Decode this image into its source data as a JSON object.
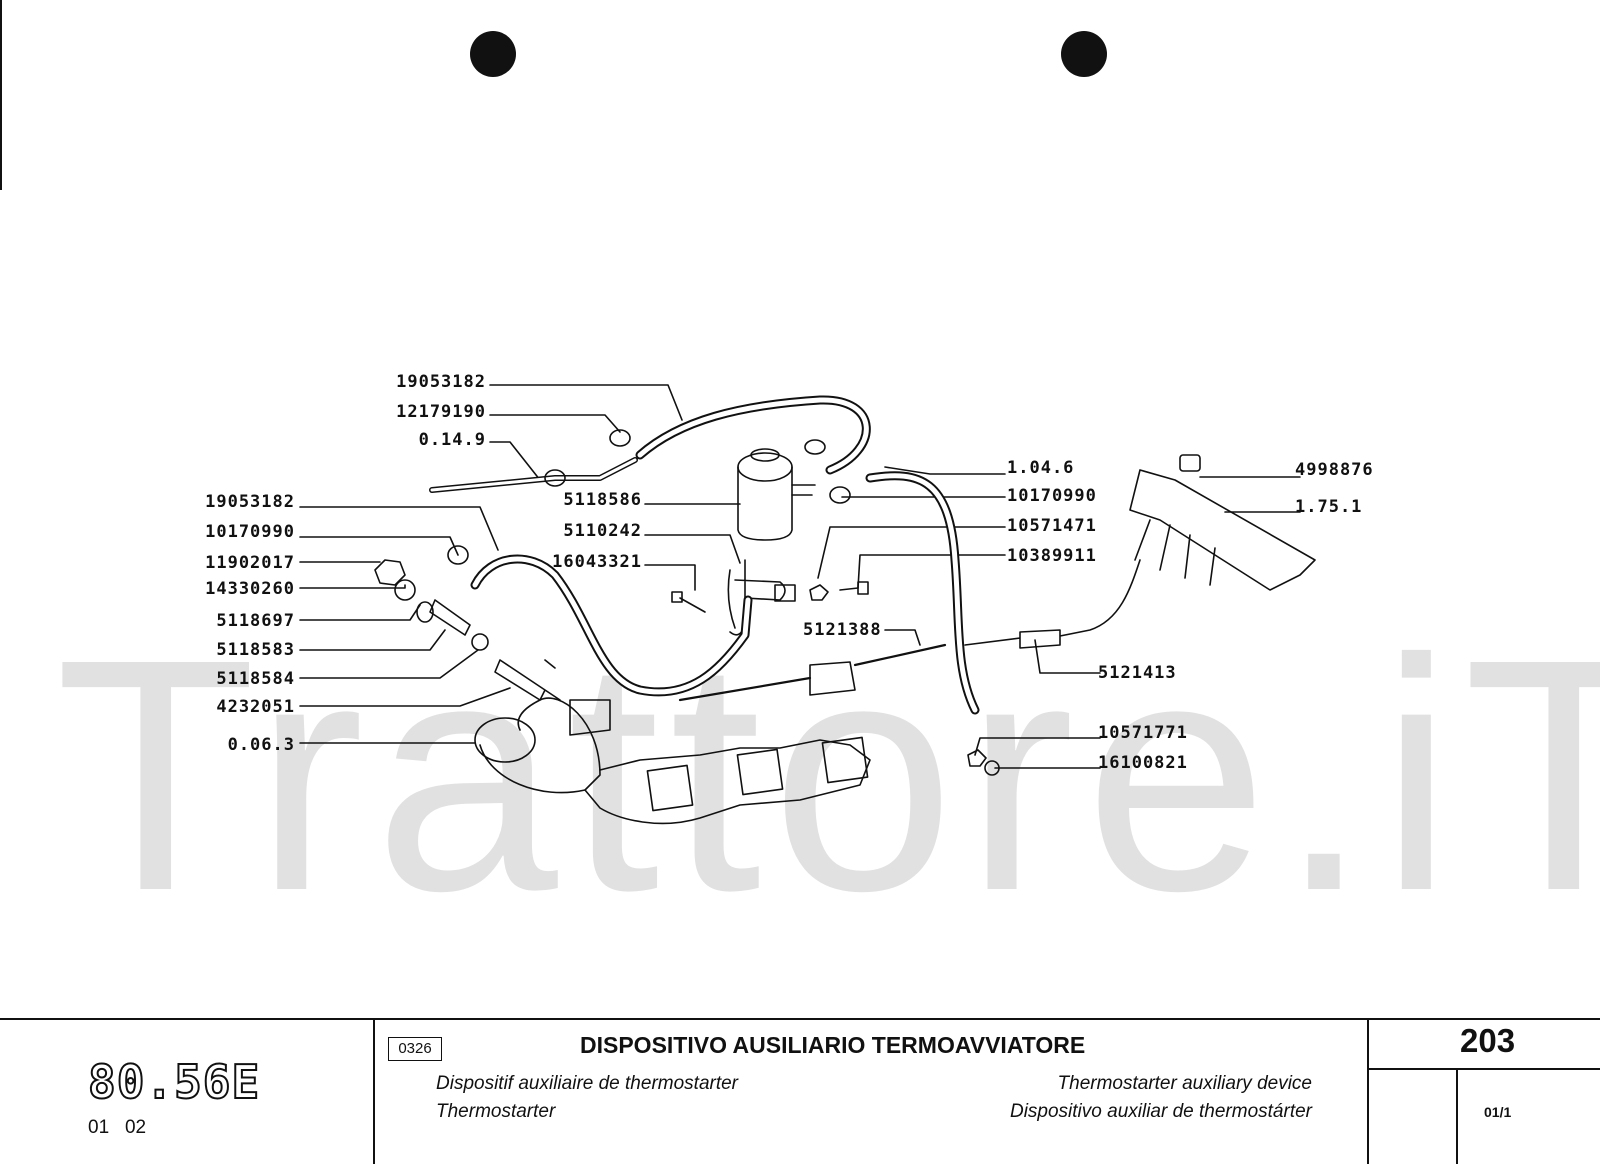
{
  "labels_left": [
    {
      "id": "l1",
      "text": "19053182"
    },
    {
      "id": "l2",
      "text": "12179190"
    },
    {
      "id": "l3",
      "text": "0.14.9"
    },
    {
      "id": "l4",
      "text": "19053182"
    },
    {
      "id": "l5",
      "text": "10170990"
    },
    {
      "id": "l6",
      "text": "11902017"
    },
    {
      "id": "l7",
      "text": "14330260"
    },
    {
      "id": "l8",
      "text": "5118697"
    },
    {
      "id": "l9",
      "text": "5118583"
    },
    {
      "id": "l10",
      "text": "5118584"
    },
    {
      "id": "l11",
      "text": "4232051"
    },
    {
      "id": "l12",
      "text": "0.06.3"
    }
  ],
  "labels_center": [
    {
      "id": "c1",
      "text": "5118586"
    },
    {
      "id": "c2",
      "text": "5110242"
    },
    {
      "id": "c3",
      "text": "16043321"
    },
    {
      "id": "c4",
      "text": "5121388"
    }
  ],
  "labels_right": [
    {
      "id": "r1",
      "text": "1.04.6"
    },
    {
      "id": "r2",
      "text": "10170990"
    },
    {
      "id": "r3",
      "text": "10571471"
    },
    {
      "id": "r4",
      "text": "10389911"
    },
    {
      "id": "r5",
      "text": "4998876"
    },
    {
      "id": "r6",
      "text": "1.75.1"
    },
    {
      "id": "r7",
      "text": "5121413"
    },
    {
      "id": "r8",
      "text": "10571771"
    },
    {
      "id": "r9",
      "text": "16100821"
    }
  ],
  "watermark": "Trattore.iT",
  "footer": {
    "model": "80.56E",
    "model_sub": "01   02",
    "code": "0326",
    "title": "DISPOSITIVO AUSILIARIO TERMOAVVIATORE",
    "fr": "Dispositif auxiliaire de thermostarter",
    "de": "Thermostarter",
    "en": "Thermostarter auxiliary device",
    "es": "Dispositivo auxiliar de thermostárter",
    "page": "203",
    "sheet": "01/1"
  }
}
